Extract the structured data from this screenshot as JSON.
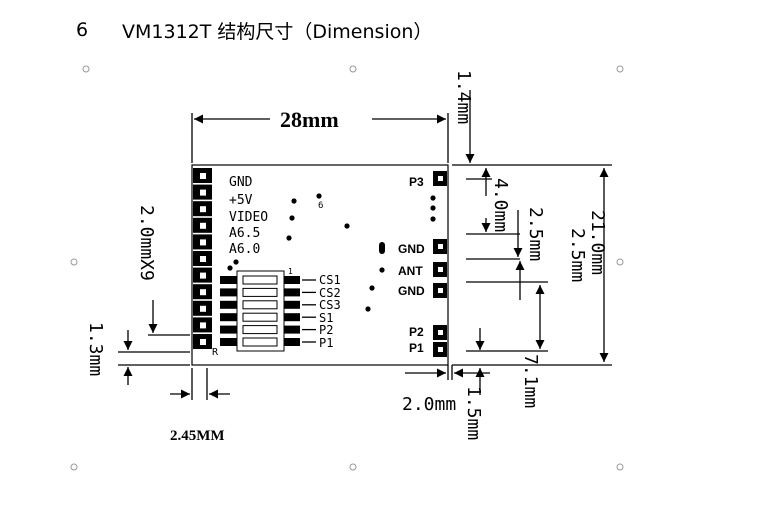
{
  "section": {
    "number": "6",
    "title": "VM1312T 结构尺寸（Dimension）"
  },
  "dimensions": {
    "width": "28mm",
    "height": "21.0mm",
    "pin_pitch": "2.0mmX9",
    "top_margin": "1.4mm",
    "right_pin_gap": "4.0mm",
    "gnd_spacing": "2.5mm",
    "ant_offset": "2.5mm",
    "p2_offset": "7.1mm",
    "bottom_margin": "1.5mm",
    "left_offset": "1.3mm",
    "left_pin_width": "2.45MM",
    "right_pin_width": "2.0mm"
  },
  "left_pins": [
    "GND",
    "+5V",
    "VIDEO",
    "A6.5",
    "A6.0"
  ],
  "dip_labels": [
    "CS1",
    "CS2",
    "CS3",
    "S1",
    "P2",
    "P1"
  ],
  "right_pins": {
    "p3": "P3",
    "gnd1": "GND",
    "ant": "ANT",
    "gnd2": "GND",
    "p2": "P2",
    "p1": "P1"
  },
  "marks": {
    "dip_on": "1",
    "corner_r": "R",
    "dot_6": "6"
  }
}
